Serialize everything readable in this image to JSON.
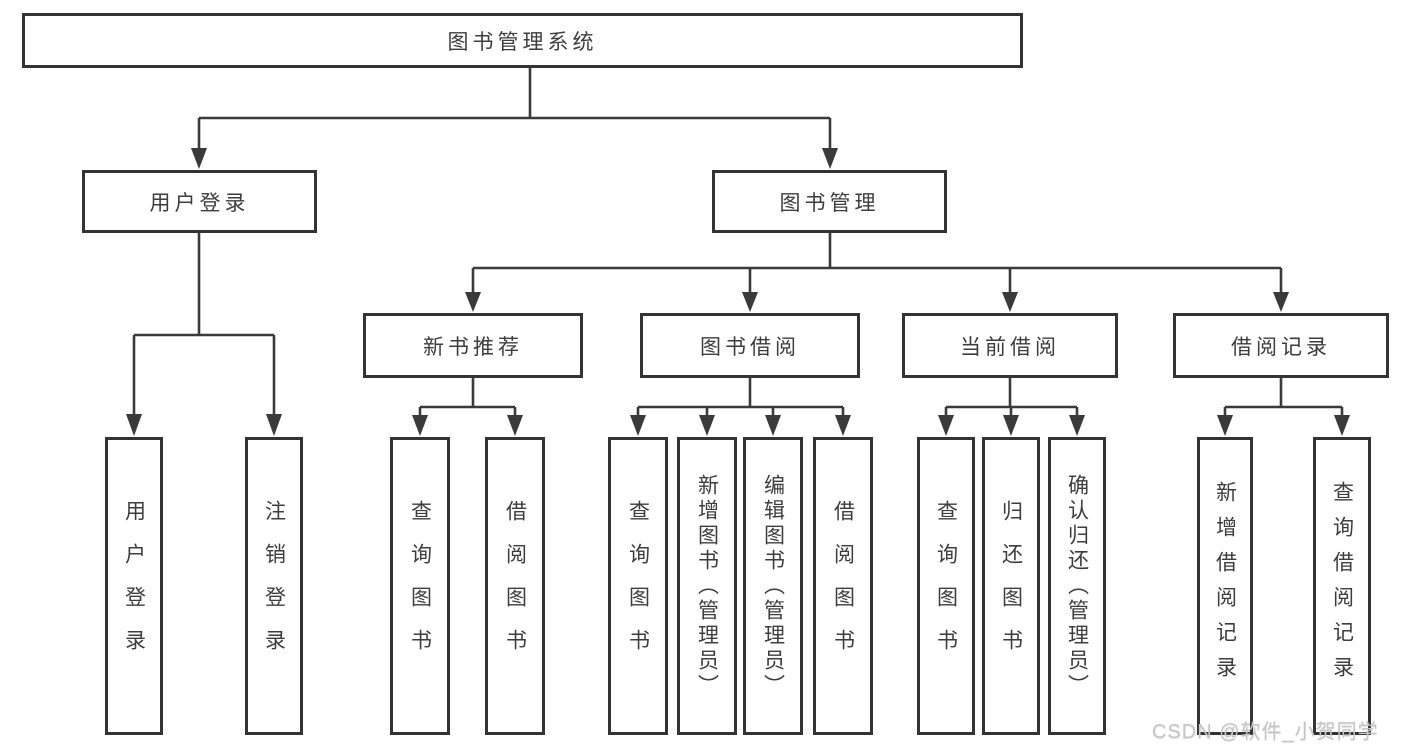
{
  "diagram": {
    "root": {
      "label": "图书管理系统"
    },
    "branches": [
      {
        "label": "用户登录",
        "children": [
          {
            "label": "用户登录"
          },
          {
            "label": "注销登录"
          }
        ]
      },
      {
        "label": "图书管理",
        "children": [
          {
            "label": "新书推荐",
            "children": [
              {
                "label": "查询图书"
              },
              {
                "label": "借阅图书"
              }
            ]
          },
          {
            "label": "图书借阅",
            "children": [
              {
                "label": "查询图书"
              },
              {
                "label": "新增图书（管理员）"
              },
              {
                "label": "编辑图书（管理员）"
              },
              {
                "label": "借阅图书"
              }
            ]
          },
          {
            "label": "当前借阅",
            "children": [
              {
                "label": "查询图书"
              },
              {
                "label": "归还图书"
              },
              {
                "label": "确认归还（管理员）"
              }
            ]
          },
          {
            "label": "借阅记录",
            "children": [
              {
                "label": "新增借阅记录"
              },
              {
                "label": "查询借阅记录"
              }
            ]
          }
        ]
      }
    ]
  },
  "watermark": {
    "text": "CSDN @软件_小贺同学"
  },
  "colors": {
    "line": "#3a3a3a",
    "box_border": "#333333",
    "box_fill": "#ffffff",
    "text": "#3d3d3d",
    "watermark": "#c6c6c6",
    "background": "#ffffff"
  }
}
